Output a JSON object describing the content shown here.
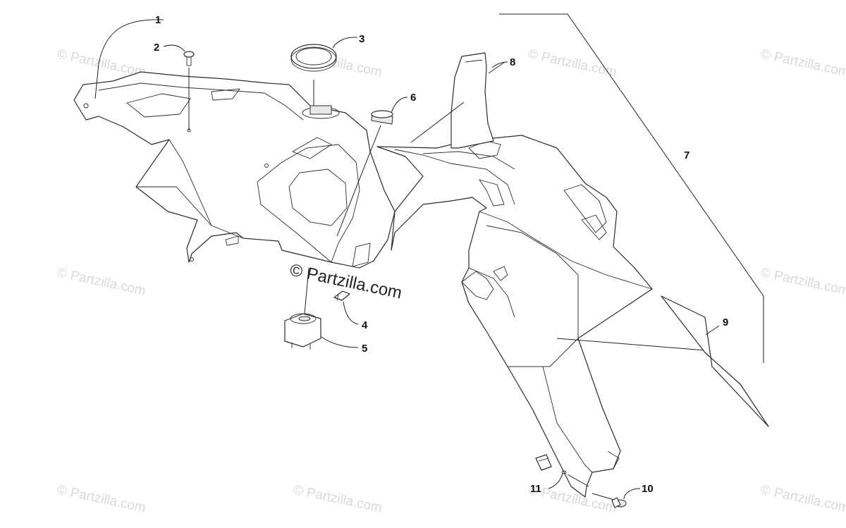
{
  "watermark": {
    "tile_text": "© Partzilla.com",
    "center_text": "© Partzilla.com"
  },
  "callouts": [
    {
      "id": "1",
      "label": "1"
    },
    {
      "id": "2",
      "label": "2"
    },
    {
      "id": "3",
      "label": "3"
    },
    {
      "id": "4",
      "label": "4"
    },
    {
      "id": "5",
      "label": "5"
    },
    {
      "id": "6",
      "label": "6"
    },
    {
      "id": "7",
      "label": "7"
    },
    {
      "id": "8",
      "label": "8"
    },
    {
      "id": "9",
      "label": "9"
    },
    {
      "id": "10",
      "label": "10"
    },
    {
      "id": "11",
      "label": "11"
    }
  ]
}
